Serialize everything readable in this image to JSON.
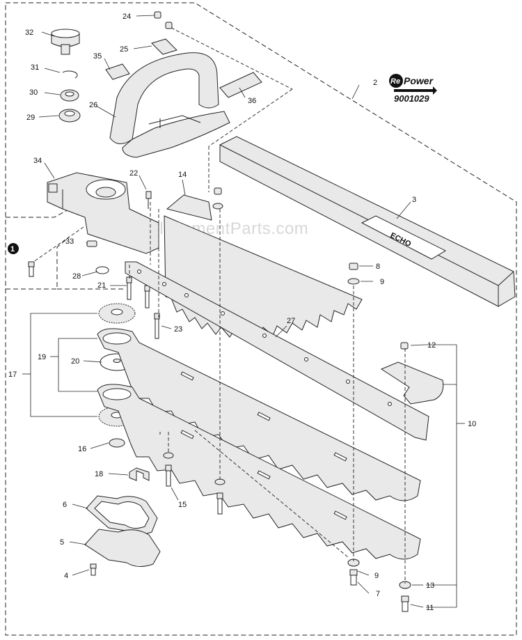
{
  "watermark": "eReplacementParts.com",
  "repower": {
    "logo_re": "Re",
    "logo_power": "Power",
    "part_number": "9001029"
  },
  "callout_mark": "1",
  "labels": {
    "l2": "2",
    "l3": "3",
    "l4": "4",
    "l5": "5",
    "l6": "6",
    "l7": "7",
    "l8": "8",
    "l9a": "9",
    "l9b": "9",
    "l10": "10",
    "l11": "11",
    "l12": "12",
    "l13": "13",
    "l14": "14",
    "l15": "15",
    "l16": "16",
    "l17": "17",
    "l18": "18",
    "l19": "19",
    "l20": "20",
    "l21": "21",
    "l22": "22",
    "l23": "23",
    "l24": "24",
    "l25": "25",
    "l26": "26",
    "l27": "27",
    "l28": "28",
    "l29": "29",
    "l30": "30",
    "l31": "31",
    "l32": "32",
    "l33": "33",
    "l34": "34",
    "l35": "35",
    "l36": "36"
  }
}
